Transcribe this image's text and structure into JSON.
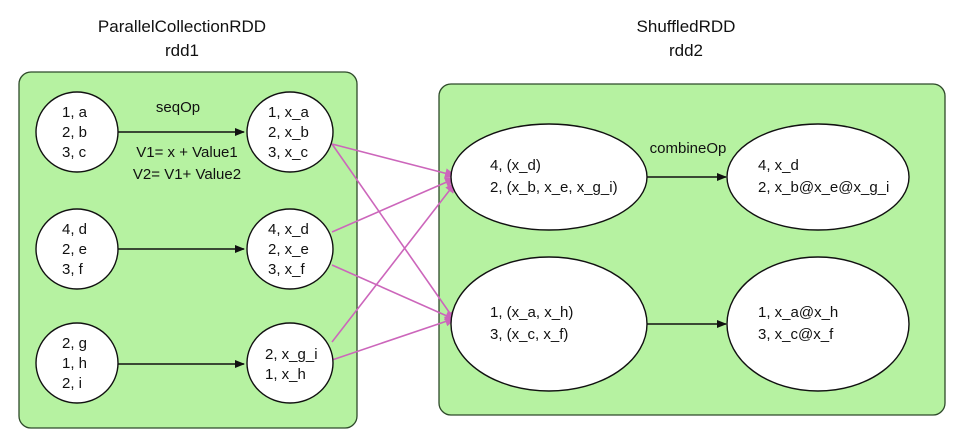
{
  "colors": {
    "panel_fill": "#b6f2a1",
    "node_fill": "#ffffff",
    "shuffle_edge": "#cc66bb",
    "flow_edge": "#111111"
  },
  "rdd1": {
    "type_label": "ParallelCollectionRDD",
    "name_label": "rdd1",
    "input_partitions": [
      {
        "lines": [
          "1, a",
          "2, b",
          "3, c"
        ]
      },
      {
        "lines": [
          "4, d",
          "2, e",
          "3, f"
        ]
      },
      {
        "lines": [
          "2, g",
          "1, h",
          "2, i"
        ]
      }
    ],
    "mapped_partitions": [
      {
        "lines": [
          "1, x_a",
          "2, x_b",
          "3, x_c"
        ]
      },
      {
        "lines": [
          "4, x_d",
          "2, x_e",
          "3, x_f"
        ]
      },
      {
        "lines": [
          "2, x_g_i",
          "1, x_h"
        ]
      }
    ],
    "seqop_label": "seqOp",
    "seqop_formula_1": "V1= x + Value1",
    "seqop_formula_2": "V2= V1+ Value2"
  },
  "rdd2": {
    "type_label": "ShuffledRDD",
    "name_label": "rdd2",
    "shuffled_partitions": [
      {
        "lines": [
          "4, (x_d)",
          "2, (x_b, x_e, x_g_i)"
        ]
      },
      {
        "lines": [
          "1, (x_a, x_h)",
          "3, (x_c, x_f)"
        ]
      }
    ],
    "combined_partitions": [
      {
        "lines": [
          "4, x_d",
          "2, x_b@x_e@x_g_i"
        ]
      },
      {
        "lines": [
          "1, x_a@x_h",
          "3, x_c@x_f"
        ]
      }
    ],
    "combineop_label": "combineOp"
  }
}
